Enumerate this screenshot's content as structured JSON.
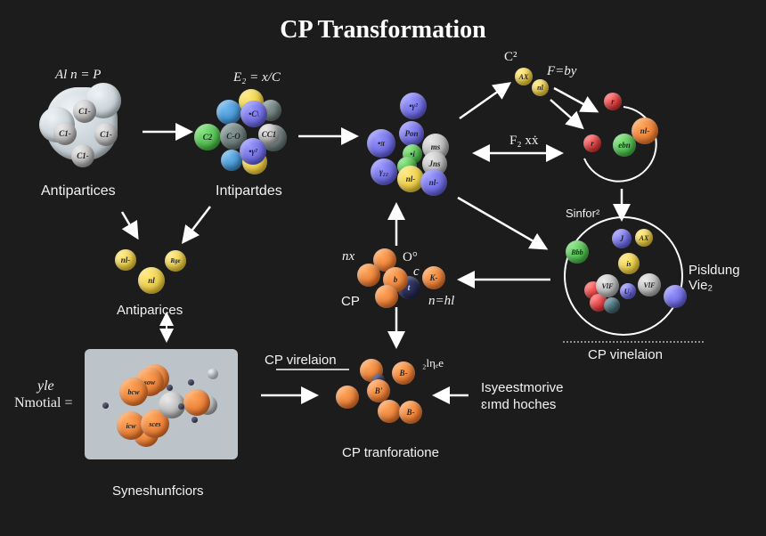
{
  "title": "CP Transformation",
  "groups": {
    "top_left": {
      "equation": "Al n = P",
      "label": "Antipartices",
      "particles": [
        "C1-",
        "C1-",
        "C1-",
        "C1-"
      ]
    },
    "top_second": {
      "equation": "E₂ = x/C",
      "label": "Intipartdes",
      "particles": [
        "C2",
        "C-O",
        "•C\\",
        "CC1",
        "•γ²"
      ]
    },
    "center_cluster": {
      "particles": [
        "•γ²",
        "Pon",
        "•π",
        "•i",
        "ms",
        "Jns",
        "nl-",
        "nl-",
        "γ₂₂"
      ]
    },
    "top_right": {
      "equation_c": "C²",
      "equation_f": "F=by",
      "double_arrow_label": "F₂ xẋ",
      "particles": [
        "AX",
        "nl",
        "r",
        "r",
        "ebn",
        "nl-"
      ]
    },
    "right_circle": {
      "equation": "Sinfor²",
      "side_label_1": "Pisldung",
      "side_label_2": "Vie₂",
      "caption": "CP vinelaion",
      "particles": [
        "J",
        "AX",
        "Bbb",
        "is",
        "VlF",
        "VlF",
        "U₂"
      ]
    },
    "middle_left": {
      "label": "Antiparices",
      "particles": [
        "nl-",
        "Rge",
        "nl"
      ]
    },
    "middle_center": {
      "label_nx": "nx",
      "label_o": "O°",
      "label_c": "c",
      "label_cp": "CP",
      "label_n": "n=hl",
      "particles": [
        "b",
        "t",
        "K-"
      ]
    },
    "bottom_left": {
      "eq_top": "yle",
      "eq_bottom": "Nmotial =",
      "caption": "Syneshunfciors",
      "particles": [
        "sow",
        "bcw",
        "icw",
        "sces"
      ]
    },
    "bottom_center": {
      "heading": "CP virelaion",
      "side_eq": "₂lηₑe",
      "caption": "CP tranforatione",
      "particles": [
        "B-",
        "B'",
        "B-"
      ]
    },
    "bottom_right": {
      "line1": "Isyeestmorive",
      "line2": "ɛımd hoches"
    }
  }
}
